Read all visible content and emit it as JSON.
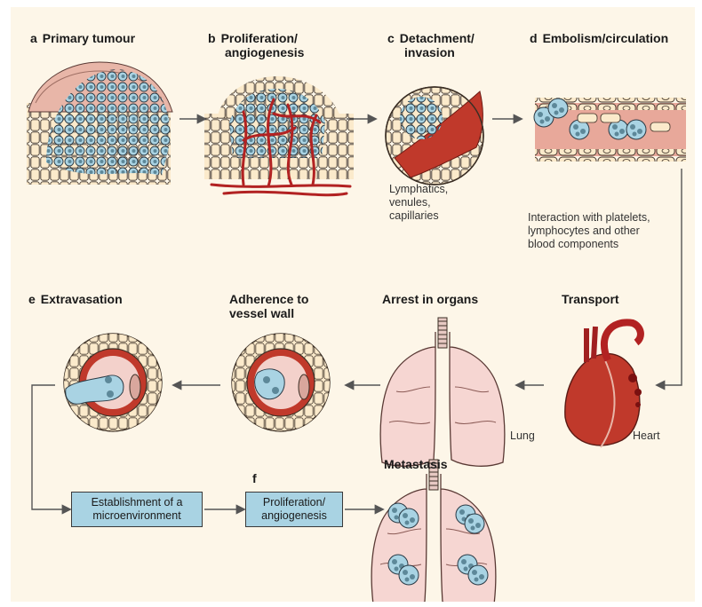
{
  "steps": {
    "a": {
      "letter": "a",
      "title": "Primary tumour"
    },
    "b": {
      "letter": "b",
      "title_line1": "Proliferation/",
      "title_line2": "angiogenesis"
    },
    "c": {
      "letter": "c",
      "title_line1": "Detachment/",
      "title_line2": "invasion",
      "note_lines": [
        "Lymphatics,",
        "venules,",
        "capillaries"
      ]
    },
    "d": {
      "letter": "d",
      "title": "Embolism/circulation",
      "note_lines": [
        "Interaction with platelets,",
        "lymphocytes and other",
        "blood components"
      ]
    },
    "e": {
      "letter": "e",
      "title": "Extravasation"
    },
    "adherence": {
      "title_line1": "Adherence to",
      "title_line2": "vessel wall"
    },
    "arrest": {
      "title": "Arrest in organs",
      "organ_label": "Lung"
    },
    "transport": {
      "title": "Transport",
      "organ_label": "Heart"
    },
    "f": {
      "letter": "f",
      "box_line1": "Proliferation/",
      "box_line2": "angiogenesis"
    },
    "micro": {
      "box_line1": "Establishment of a",
      "box_line2": "microenvironment"
    },
    "metastasis": {
      "title": "Metastasis"
    }
  },
  "colors": {
    "background": "#fdf6e8",
    "cell_fill": "#fbeacb",
    "tumour_cell": "#a9d3e3",
    "vessel": "#c0392b",
    "tissue": "#e8a89a",
    "box_fill": "#a9d3e3",
    "lung": "#f6d6d2"
  },
  "icons": [
    "arrow-right-icon",
    "arrow-left-icon",
    "arrow-down-icon"
  ]
}
